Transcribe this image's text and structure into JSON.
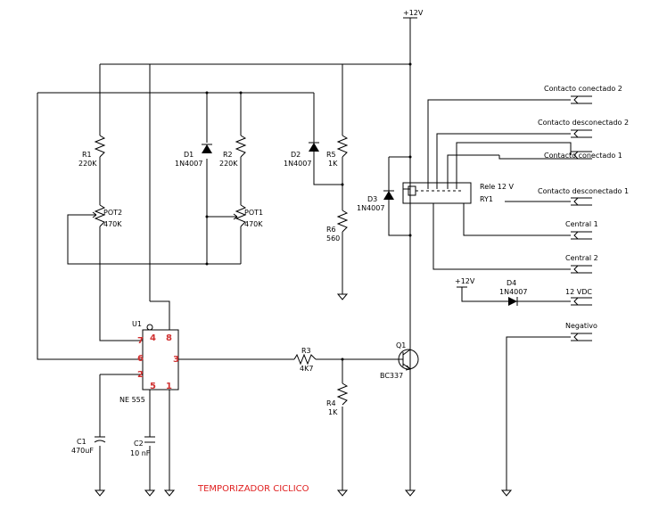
{
  "supply": {
    "top": "+12V",
    "aux": "+12V"
  },
  "components": {
    "r1": {
      "ref": "R1",
      "value": "220K"
    },
    "r2": {
      "ref": "R2",
      "value": "220K"
    },
    "r3": {
      "ref": "R3",
      "value": "4K7"
    },
    "r4": {
      "ref": "R4",
      "value": "1K"
    },
    "r5": {
      "ref": "R5",
      "value": "1K"
    },
    "r6": {
      "ref": "R6",
      "value": "560"
    },
    "pot1": {
      "ref": "POT1",
      "value": "470K"
    },
    "pot2": {
      "ref": "POT2",
      "value": "470K"
    },
    "d1": {
      "ref": "D1",
      "value": "1N4007"
    },
    "d2": {
      "ref": "D2",
      "value": "1N4007"
    },
    "d3": {
      "ref": "D3",
      "value": "1N4007"
    },
    "d4": {
      "ref": "D4",
      "value": "1N4007"
    },
    "c1": {
      "ref": "C1",
      "value": "470uF"
    },
    "c2": {
      "ref": "C2",
      "value": "10 nF"
    },
    "u1": {
      "ref": "U1",
      "value": "NE 555",
      "pins": [
        "7",
        "4",
        "8",
        "6",
        "2",
        "3",
        "5",
        "1"
      ]
    },
    "q1": {
      "ref": "Q1",
      "value": "BC337"
    },
    "relay": {
      "ref": "RY1",
      "value": "Rele 12 V"
    }
  },
  "connectors": [
    "Contacto conectado 2",
    "Contacto desconectado 2",
    "Contacto conectado 1",
    "Contacto desconectado 1",
    "Central 1",
    "Central 2",
    "12 VDC",
    "Negativo"
  ],
  "title": "TEMPORIZADOR CICLICO"
}
